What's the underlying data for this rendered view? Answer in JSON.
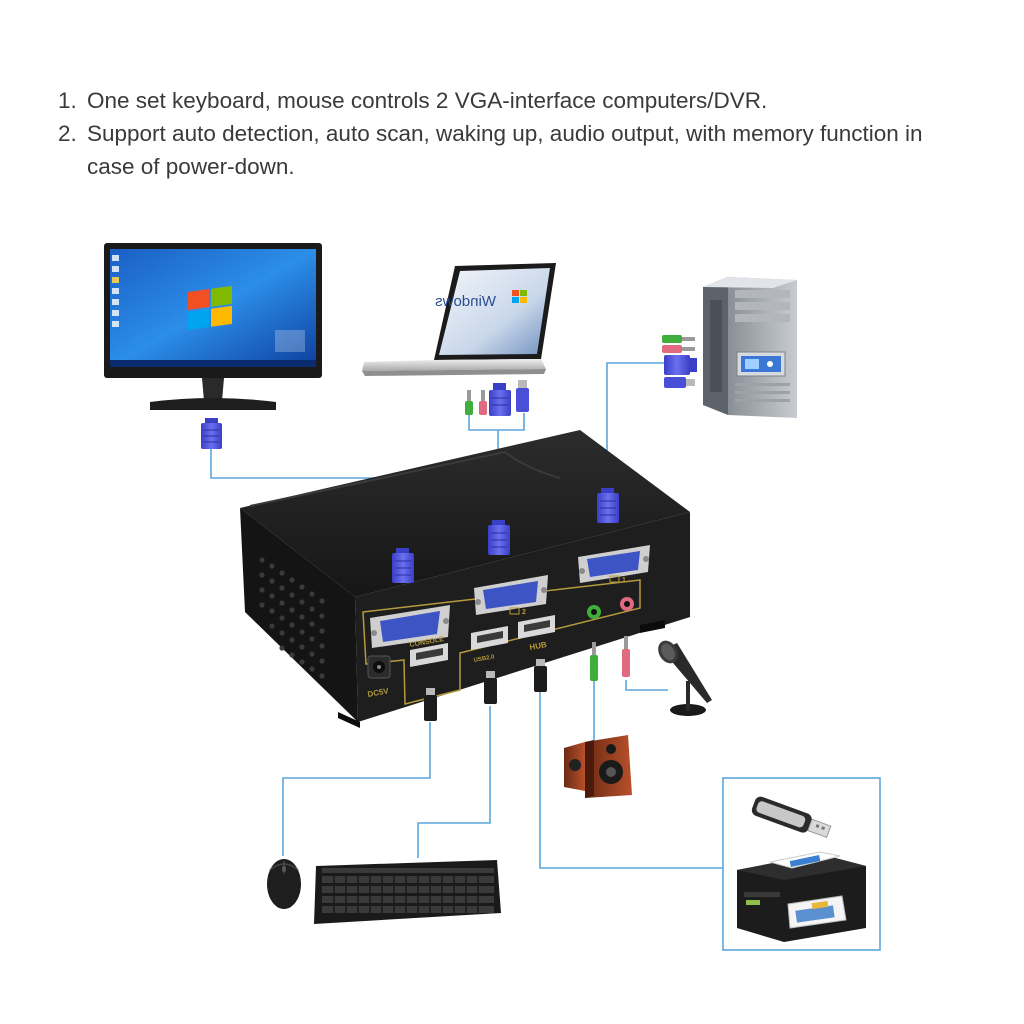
{
  "features": [
    {
      "number": "1.",
      "text": "One set keyboard, mouse controls 2 VGA-interface computers/DVR."
    },
    {
      "number": "2.",
      "text": "Support auto detection, auto scan, waking up, audio output, with memory function in case of power-down."
    }
  ],
  "screens": {
    "laptop_text": "Windows"
  },
  "device_labels": {
    "console": "CONSOLE",
    "hub": "HUB",
    "usb2": "USB2.0",
    "power": "DC5V",
    "port_1": "1",
    "port_2": "2"
  },
  "colors": {
    "connection_line": "#5aa6dc",
    "vga_plug": "#4a4fd8",
    "kvm_body": "#1c1c1c",
    "port_frame": "#b59a3c",
    "audio_green": "#3fae3c",
    "audio_pink": "#e06a80",
    "windows_blue": "#1e6fd0"
  },
  "icons": [
    "monitor-icon",
    "laptop-icon",
    "pc-tower-icon",
    "vga-plug-icon",
    "audio-plug-icon",
    "usb-plug-icon",
    "microphone-icon",
    "speakers-icon",
    "mouse-icon",
    "keyboard-icon",
    "usb-flash-drive-icon",
    "printer-icon"
  ]
}
